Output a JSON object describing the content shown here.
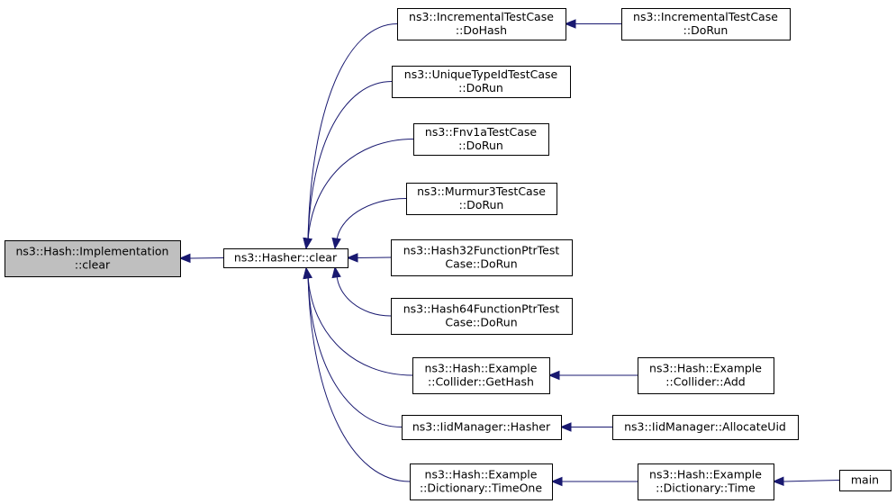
{
  "colors": {
    "edge": "#191970",
    "root_fill": "#bfbfbf",
    "node_fill": "#ffffff",
    "border": "#000000"
  },
  "nodes": [
    {
      "id": "impl_clear",
      "lines": [
        "ns3::Hash::Implementation",
        "::clear"
      ],
      "root": true
    },
    {
      "id": "hasher_clear",
      "lines": [
        "ns3::Hasher::clear"
      ]
    },
    {
      "id": "inc_dohash",
      "lines": [
        "ns3::IncrementalTestCase",
        "::DoHash"
      ]
    },
    {
      "id": "inc_dorun",
      "lines": [
        "ns3::IncrementalTestCase",
        "::DoRun"
      ]
    },
    {
      "id": "unique_dorun",
      "lines": [
        "ns3::UniqueTypeIdTestCase",
        "::DoRun"
      ]
    },
    {
      "id": "fnv_dorun",
      "lines": [
        "ns3::Fnv1aTestCase",
        "::DoRun"
      ]
    },
    {
      "id": "murmur_dorun",
      "lines": [
        "ns3::Murmur3TestCase",
        "::DoRun"
      ]
    },
    {
      "id": "h32_dorun",
      "lines": [
        "ns3::Hash32FunctionPtrTest",
        "Case::DoRun"
      ]
    },
    {
      "id": "h64_dorun",
      "lines": [
        "ns3::Hash64FunctionPtrTest",
        "Case::DoRun"
      ]
    },
    {
      "id": "coll_gethash",
      "lines": [
        "ns3::Hash::Example",
        "::Collider::GetHash"
      ]
    },
    {
      "id": "coll_add",
      "lines": [
        "ns3::Hash::Example",
        "::Collider::Add"
      ]
    },
    {
      "id": "iid_hasher",
      "lines": [
        "ns3::IidManager::Hasher"
      ]
    },
    {
      "id": "iid_alloc",
      "lines": [
        "ns3::IidManager::AllocateUid"
      ]
    },
    {
      "id": "dict_timeone",
      "lines": [
        "ns3::Hash::Example",
        "::Dictionary::TimeOne"
      ]
    },
    {
      "id": "dict_time",
      "lines": [
        "ns3::Hash::Example",
        "::Dictionary::Time"
      ]
    },
    {
      "id": "main",
      "lines": [
        "main"
      ]
    }
  ],
  "edges": [
    {
      "from": "hasher_clear",
      "to": "impl_clear"
    },
    {
      "from": "inc_dohash",
      "to": "hasher_clear"
    },
    {
      "from": "unique_dorun",
      "to": "hasher_clear"
    },
    {
      "from": "fnv_dorun",
      "to": "hasher_clear"
    },
    {
      "from": "murmur_dorun",
      "to": "hasher_clear"
    },
    {
      "from": "h32_dorun",
      "to": "hasher_clear"
    },
    {
      "from": "h64_dorun",
      "to": "hasher_clear"
    },
    {
      "from": "coll_gethash",
      "to": "hasher_clear"
    },
    {
      "from": "iid_hasher",
      "to": "hasher_clear"
    },
    {
      "from": "dict_timeone",
      "to": "hasher_clear"
    },
    {
      "from": "inc_dorun",
      "to": "inc_dohash"
    },
    {
      "from": "coll_add",
      "to": "coll_gethash"
    },
    {
      "from": "iid_alloc",
      "to": "iid_hasher"
    },
    {
      "from": "dict_time",
      "to": "dict_timeone"
    },
    {
      "from": "main",
      "to": "dict_time"
    }
  ]
}
